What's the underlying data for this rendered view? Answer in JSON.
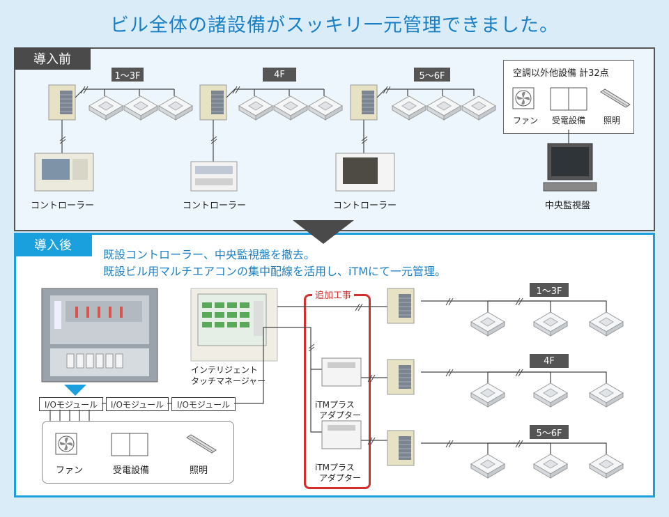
{
  "headline": "ビル全体の諸設備がスッキリ一元管理できました。",
  "before": {
    "tag": "導入前",
    "floors": [
      "1〜3F",
      "4F",
      "5〜6F"
    ],
    "controller_label": "コントローラー",
    "other_equipment": {
      "title": "空調以外他設備 計32点",
      "items": [
        "ファン",
        "受電設備",
        "照明"
      ]
    },
    "central_monitor": "中央監視盤"
  },
  "after": {
    "tag": "導入後",
    "notes": [
      "既設コントローラー、中央監視盤を撤去。",
      "既設ビル用マルチエアコンの集中配線を活用し、iTMにて一元管理。"
    ],
    "touch_manager": [
      "インテリジェント",
      "タッチマネージャー"
    ],
    "io_module": "I/Oモジュール",
    "additional_work": "追加工事",
    "adapter": [
      "iTMプラス",
      "アダプター"
    ],
    "floors": [
      "1〜3F",
      "4F",
      "5〜6F"
    ],
    "equipment": [
      "ファン",
      "受電設備",
      "照明"
    ]
  }
}
